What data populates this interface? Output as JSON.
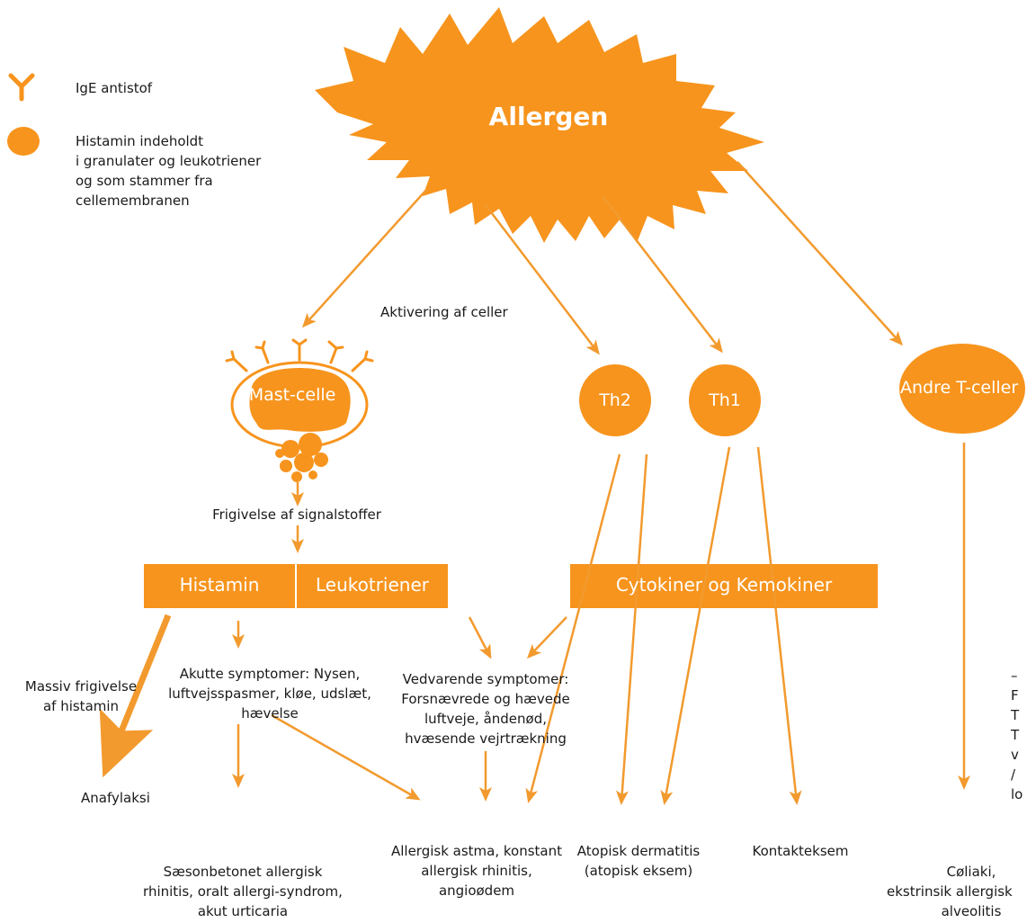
{
  "legend": {
    "ige": "IgE antistof",
    "histamine_line1": "Histamin indeholdt",
    "histamine_line2": "i granulater og leukotriener",
    "histamine_line3": "og som stammer fra",
    "histamine_line4": "cellemembranen"
  },
  "allergen": "Allergen",
  "activation": "Aktivering af celler",
  "cells": {
    "mast": "Mast-celle",
    "th2": "Th2",
    "th1": "Th1",
    "other": "Andre T-celler"
  },
  "release": "Frigivelse af signalstoffer",
  "boxes": {
    "histamin": "Histamin",
    "leukotriener": "Leukotriener",
    "cytokiner": "Cytokiner og Kemokiner"
  },
  "massive_line1": "Massiv frigivelse",
  "massive_line2": "af histamin",
  "acute_line1": "Akutte symptomer: Nysen,",
  "acute_line2": "luftvejsspasmer, kløe, udslæt,",
  "acute_line3": "hævelse",
  "chronic_line1": "Vedvarende symptomer:",
  "chronic_line2": "Forsnævrede og hævede",
  "chronic_line3": "luftveje, åndenød,",
  "chronic_line4": "hvæsende vejrtrækning",
  "side_note": [
    "–",
    "F",
    "T",
    "T",
    "v",
    "/",
    "lo"
  ],
  "outcomes": {
    "anafylaksi": "Anafylaksi",
    "seasonal_line1": "Sæsonbetonet allergisk",
    "seasonal_line2": "rhinitis, oralt allergi-syndrom,",
    "seasonal_line3": "akut urticaria",
    "asthma_line1": "Allergisk astma, konstant",
    "asthma_line2": "allergisk rhinitis,",
    "asthma_line3": "angioødem",
    "atopic_line1": "Atopisk dermatitis",
    "atopic_line2": "(atopisk eksem)",
    "contact": "Kontakteksem",
    "celiac_line1": "Cøliaki,",
    "celiac_line2": "ekstrinsik allergisk",
    "celiac_line3": "alveolitis"
  },
  "colors": {
    "orange": "#f7941d",
    "arrow": "#f29a2e",
    "text": "#1a1a1a",
    "background": "#ffffff"
  }
}
